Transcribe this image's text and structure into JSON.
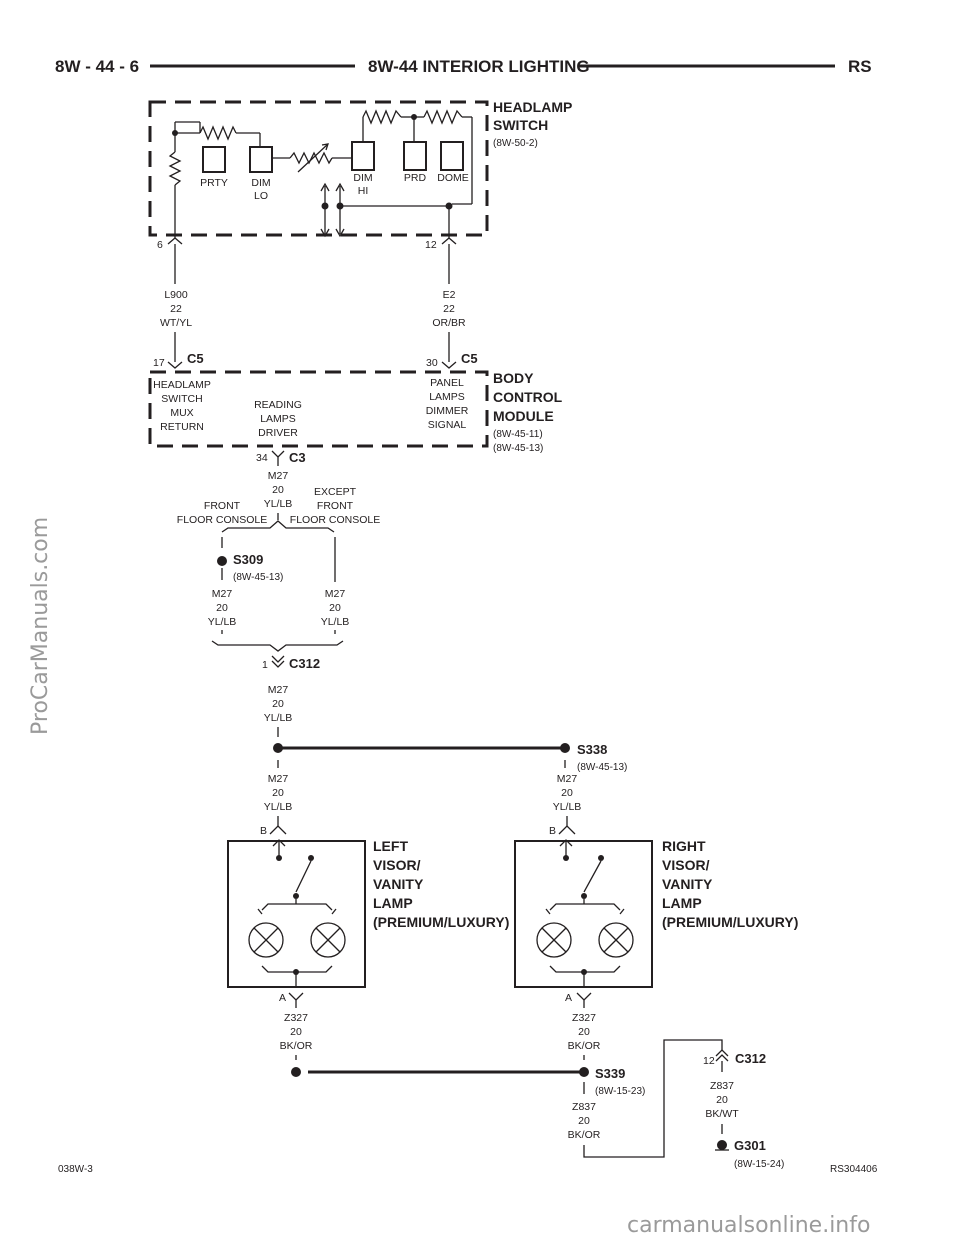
{
  "header": {
    "page_number": "8W - 44 - 6",
    "title": "8W-44 INTERIOR LIGHTING",
    "model": "RS"
  },
  "footer": {
    "left_code": "038W-3",
    "right_code": "RS304406"
  },
  "watermarks": {
    "side": "ProCarManuals.com",
    "bottom": "carmanualsonline.info"
  },
  "headlamp_switch": {
    "name_line1": "HEADLAMP",
    "name_line2": "SWITCH",
    "ref": "(8W-50-2)",
    "terminals": {
      "prty": "PRTY",
      "dim_lo_1": "DIM",
      "dim_lo_2": "LO",
      "dim_hi_1": "DIM",
      "dim_hi_2": "HI",
      "prd": "PRD",
      "dome": "DOME"
    },
    "pin_left": "6",
    "pin_right": "12"
  },
  "wire_l900": {
    "circuit": "L900",
    "gauge": "22",
    "color": "WT/YL"
  },
  "wire_e2": {
    "circuit": "E2",
    "gauge": "22",
    "color": "OR/BR"
  },
  "bcm": {
    "name_line1": "BODY",
    "name_line2": "CONTROL",
    "name_line3": "MODULE",
    "ref1": "(8W-45-11)",
    "ref2": "(8W-45-13)",
    "c5_left_pin": "17",
    "c5_left": "C5",
    "c5_right_pin": "30",
    "c5_right": "C5",
    "sw_mux": [
      "HEADLAMP",
      "SWITCH",
      "MUX",
      "RETURN"
    ],
    "reading": [
      "READING",
      "LAMPS",
      "DRIVER"
    ],
    "panel": [
      "PANEL",
      "LAMPS",
      "DIMMER",
      "SIGNAL"
    ],
    "c3_pin": "34",
    "c3": "C3"
  },
  "wire_m27": {
    "circuit": "M27",
    "gauge": "20",
    "color": "YL/LB"
  },
  "branches": {
    "front_1": "FRONT",
    "front_2": "FLOOR CONSOLE",
    "except_1": "EXCEPT",
    "except_2": "FRONT",
    "except_3": "FLOOR CONSOLE"
  },
  "s309": {
    "name": "S309",
    "ref": "(8W-45-13)"
  },
  "c312_top": {
    "pin": "1",
    "name": "C312"
  },
  "s338": {
    "name": "S338",
    "ref": "(8W-45-13)"
  },
  "left_visor": {
    "pin_b": "B",
    "pin_a": "A",
    "line1": "LEFT",
    "line2": "VISOR/",
    "line3": "VANITY",
    "line4": "LAMP",
    "line5": "(PREMIUM/LUXURY)"
  },
  "right_visor": {
    "pin_b": "B",
    "pin_a": "A",
    "line1": "RIGHT",
    "line2": "VISOR/",
    "line3": "VANITY",
    "line4": "LAMP",
    "line5": "(PREMIUM/LUXURY)"
  },
  "wire_z327": {
    "circuit": "Z327",
    "gauge": "20",
    "color": "BK/OR"
  },
  "s339": {
    "name": "S339",
    "ref": "(8W-15-23)"
  },
  "wire_z837_or": {
    "circuit": "Z837",
    "gauge": "20",
    "color": "BK/OR"
  },
  "c312_bottom": {
    "pin": "12",
    "name": "C312"
  },
  "wire_z837_wt": {
    "circuit": "Z837",
    "gauge": "20",
    "color": "BK/WT"
  },
  "g301": {
    "name": "G301",
    "ref": "(8W-15-24)"
  }
}
